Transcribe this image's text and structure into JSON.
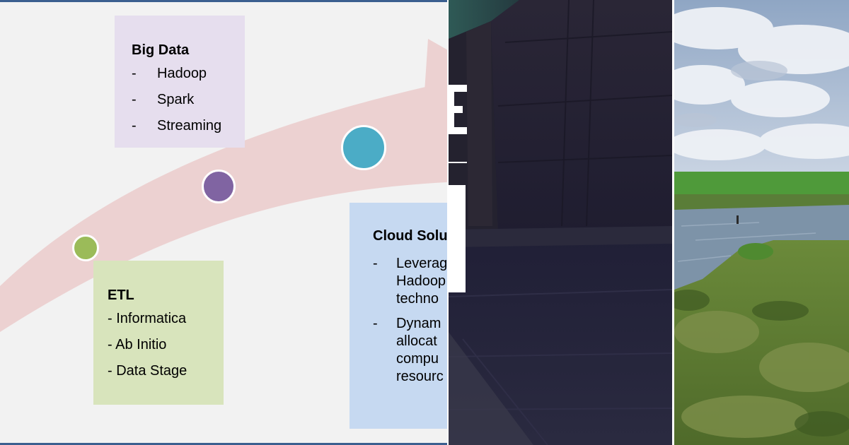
{
  "slide": {
    "big_data": {
      "title": "Big Data",
      "items": [
        "Hadoop",
        "Spark",
        "Streaming"
      ]
    },
    "etl": {
      "title": "ETL",
      "items": [
        "- Informatica",
        "- Ab Initio",
        "- Data Stage"
      ]
    },
    "cloud": {
      "title": "Cloud Solu",
      "items": [
        [
          "Leverag",
          "Hadoop",
          "techno"
        ],
        [
          "Dynam",
          "allocat",
          "compu",
          "resourc"
        ]
      ]
    },
    "dash": "-",
    "colors": {
      "arrow": "#ecd1d1",
      "big_data_box": "#e6deee",
      "etl_box": "#d8e4bc",
      "cloud_box": "#c6d9f1",
      "dot_green": "#9bbb59",
      "dot_purple": "#8064a2",
      "dot_teal": "#4bacc6",
      "border": "#3b5f8f"
    }
  },
  "photos": {
    "middle": {
      "description_icon": "dark-building-photo"
    },
    "right": {
      "description_icon": "river-landscape-photo"
    }
  }
}
